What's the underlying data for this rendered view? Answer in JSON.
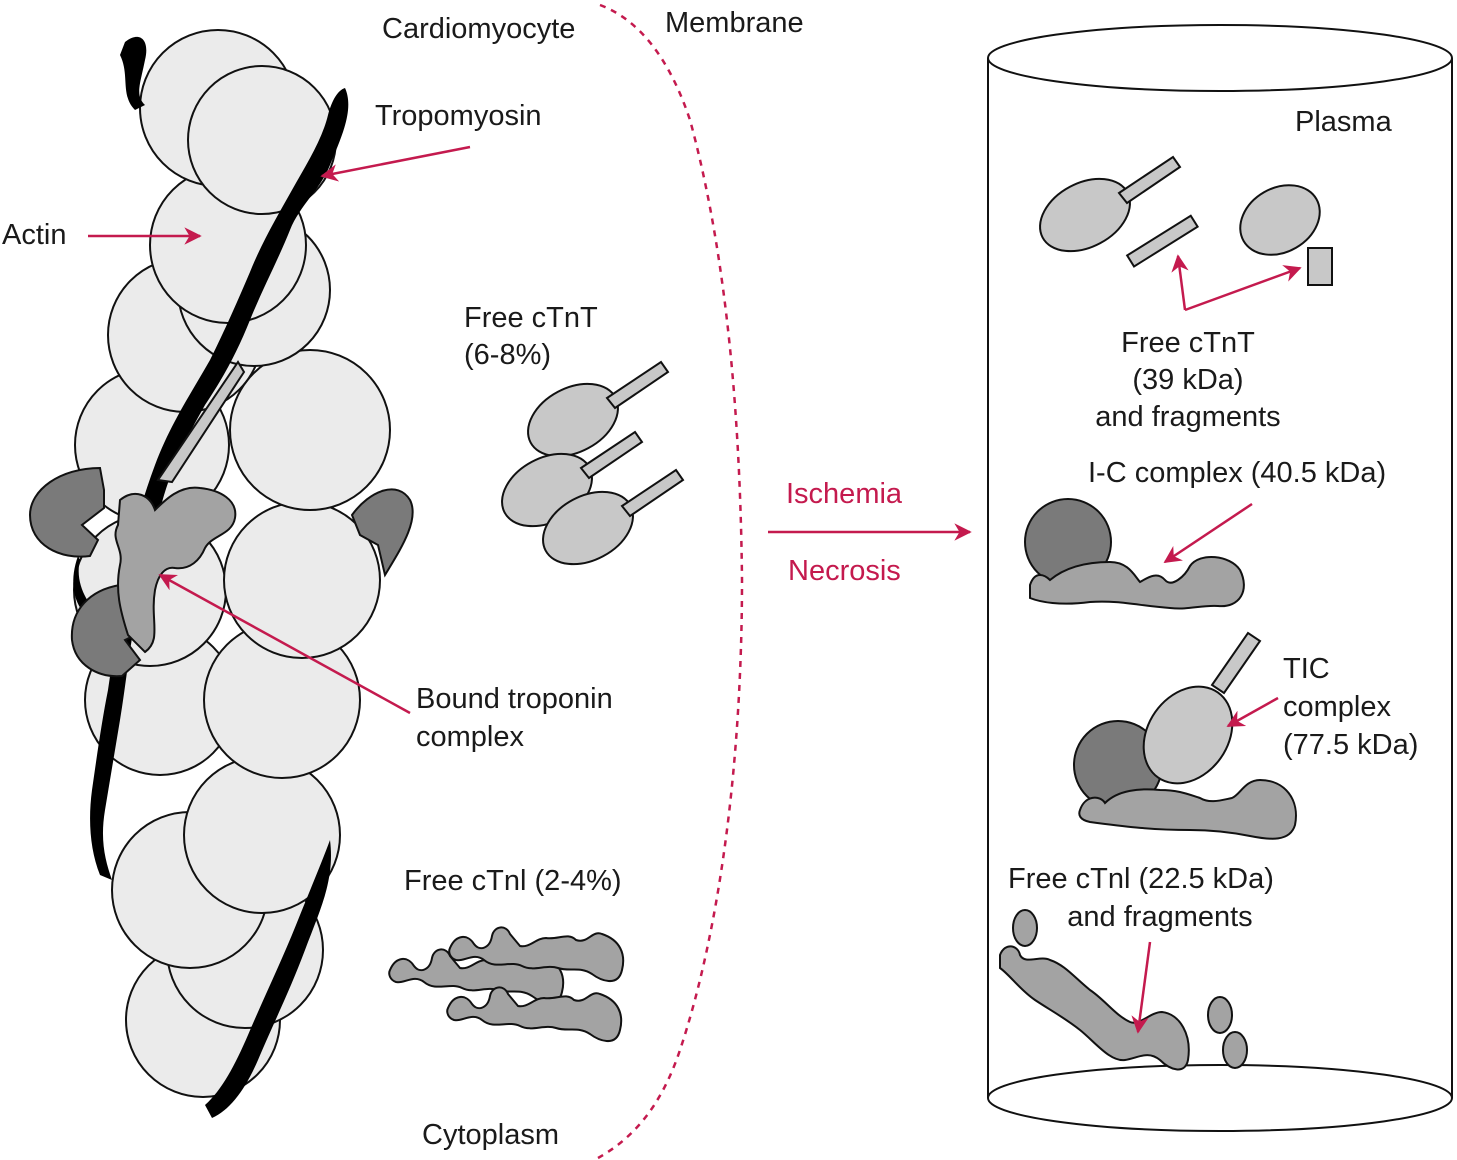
{
  "labels": {
    "cardiomyocyte": "Cardiomyocyte",
    "membrane": "Membrane",
    "tropomyosin": "Tropomyosin",
    "actin": "Actin",
    "free_ctnt_line1": "Free cTnT",
    "free_ctnt_line2": "(6-8%)",
    "bound_line1": "Bound troponin",
    "bound_line2": "complex",
    "free_ctni": "Free cTnl (2-4%)",
    "cytoplasm": "Cytoplasm",
    "ischemia": "Ischemia",
    "necrosis": "Necrosis",
    "plasma": "Plasma",
    "plasma_ctnt_line1": "Free cTnT",
    "plasma_ctnt_line2": "(39 kDa)",
    "plasma_ctnt_line3": "and fragments",
    "ic_complex": "I-C complex (40.5 kDa)",
    "tic_line1": "TIC",
    "tic_line2": "complex",
    "tic_line3": "(77.5 kDa)",
    "plasma_ctni_line1": "Free cTnl (22.5 kDa)",
    "plasma_ctni_line2": "and fragments"
  },
  "colors": {
    "accent": "#c41a4e",
    "actin_fill": "#ebebeb",
    "tropomyosin": "#000000",
    "troponin_t": "#c8c8c8",
    "troponin_i": "#a3a3a3",
    "troponin_c": "#7a7a7a"
  }
}
